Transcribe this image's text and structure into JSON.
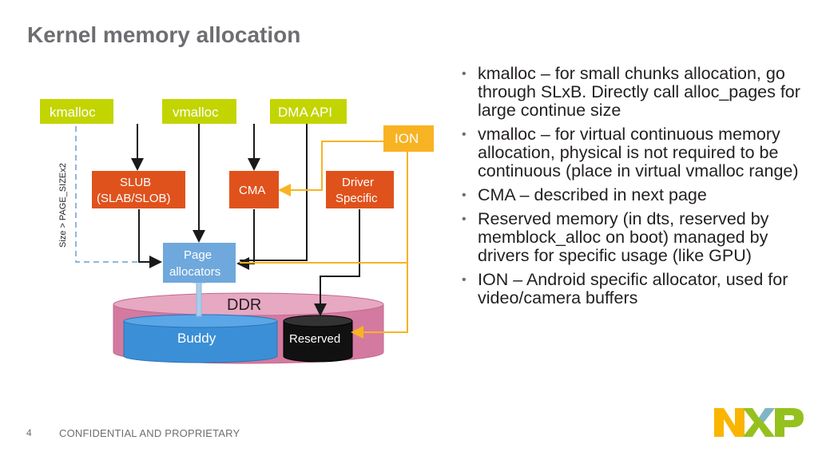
{
  "slide": {
    "title": "Kernel memory allocation",
    "page_number": "4",
    "footer": "CONFIDENTIAL AND PROPRIETARY"
  },
  "logo": {
    "text": "NXP",
    "colors": [
      "#f9b500",
      "#95c11f",
      "#7bb4e0"
    ]
  },
  "diagram": {
    "api": {
      "kmalloc": "kmalloc",
      "vmalloc": "vmalloc",
      "dma_api": "DMA API",
      "ion": "ION"
    },
    "blocks": {
      "slub_line1": "SLUB",
      "slub_line2": "(SLAB/SLOB)",
      "cma": "CMA",
      "driver_line1": "Driver",
      "driver_line2": "Specific",
      "page_line1": "Page",
      "page_line2": "allocators"
    },
    "ddr": "DDR",
    "buddy": "Buddy",
    "reserved": "Reserved",
    "size_label": "Size > PAGE_SIZEx2",
    "colors": {
      "api_green": "#c2d500",
      "ion_orange": "#f8b323",
      "block_red": "#e0521c",
      "page_blue": "#6fa8dc",
      "ddr_pink": "#d47aa0",
      "buddy_blue": "#3b8fd6",
      "reserved_black": "#111111",
      "dashed_blue": "#8fb6dd"
    }
  },
  "bullets": [
    "kmalloc – for small chunks allocation, go through SLxB. Directly call alloc_pages for large continue size",
    "vmalloc – for virtual continuous memory allocation, physical is not required to be continuous (place in virtual vmalloc range)",
    "CMA – described in next page",
    "Reserved memory (in dts, reserved by memblock_alloc on boot) managed by drivers for specific usage (like GPU)",
    "ION – Android specific allocator, used for video/camera buffers"
  ]
}
